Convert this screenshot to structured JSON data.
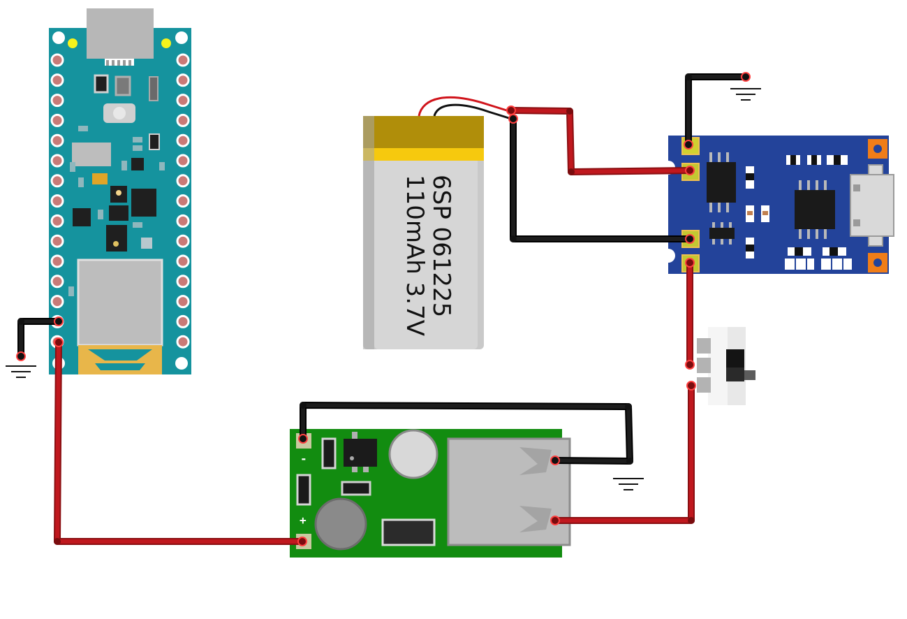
{
  "diagram": {
    "components": [
      {
        "id": "arduino-nano",
        "kind": "microcontroller board"
      },
      {
        "id": "lipo-battery",
        "kind": "battery",
        "label_line1": "6SP 061225",
        "label_line2": "110mAh 3.7V"
      },
      {
        "id": "tp4056-charger",
        "kind": "Li-ion charger module"
      },
      {
        "id": "slide-switch",
        "kind": "SPDT slide switch"
      },
      {
        "id": "boost-converter",
        "kind": "DC-DC boost converter with USB-A output",
        "minus_label": "-",
        "plus_label": "+"
      }
    ],
    "ground_symbols": 3,
    "colors": {
      "wire_red": "#c0181e",
      "wire_black": "#1c1c1c",
      "arduino_pcb": "#15939e",
      "charger_pcb": "#23439a",
      "boost_pcb": "#128c10",
      "battery_body": "#d4d4d4",
      "battery_band": "#b08e0a",
      "connector_marker": "#9be22d"
    }
  }
}
